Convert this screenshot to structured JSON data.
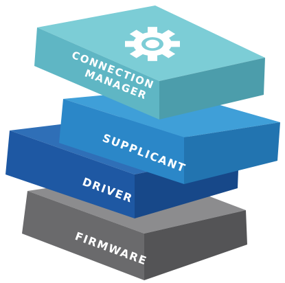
{
  "layers": [
    {
      "id": "firmware",
      "label": "FIRMWARE"
    },
    {
      "id": "driver",
      "label": "DRIVER"
    },
    {
      "id": "supplicant",
      "label": "SUPPLICANT"
    },
    {
      "id": "connection-manager",
      "label_lines": [
        "CONNECTION",
        "MANAGER"
      ],
      "icon": "gear-icon"
    }
  ],
  "colors": {
    "firmware": {
      "top": "#8c8c8e",
      "front": "#6a6a6c",
      "side": "#545456"
    },
    "driver": {
      "top": "#2f6fb7",
      "front": "#1e58a3",
      "side": "#174889"
    },
    "supplicant": {
      "top": "#3f9fd8",
      "front": "#2b87c8",
      "side": "#2274b0"
    },
    "connection_manager": {
      "top": "#7ccdd6",
      "front": "#5fb6c4",
      "side": "#4c9dab"
    }
  }
}
